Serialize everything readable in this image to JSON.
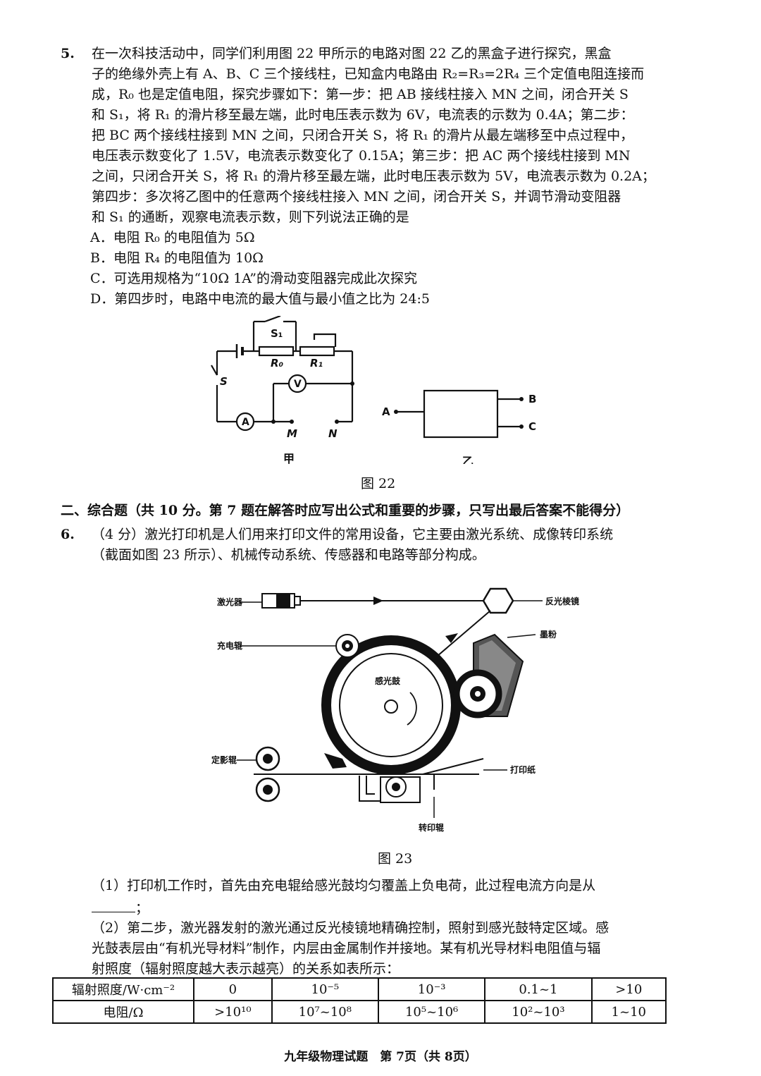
{
  "q5": {
    "number": "5.",
    "lines": [
      "在一次科技活动中，同学们利用图 22 甲所示的电路对图 22 乙的黑盒子进行探究，黑盒",
      "子的绝缘外壳上有 A、B、C 三个接线柱，已知盒内电路由 R₂=R₃=2R₄ 三个定值电阻连接而",
      "成，R₀ 也是定值电阻，探究步骤如下：第一步：把 AB 接线柱接入 MN 之间，闭合开关 S",
      "和 S₁，将 R₁ 的滑片移至最左端，此时电压表示数为 6V，电流表的示数为 0.4A；第二步：",
      "把 BC 两个接线柱接到 MN 之间，只闭合开关 S，将 R₁ 的滑片从最左端移至中点过程中，",
      "电压表示数变化了 1.5V，电流表示数变化了 0.15A；第三步：把 AC 两个接线柱接到 MN",
      "之间，只闭合开关 S，将 R₁ 的滑片移至最左端，此时电压表示数为 5V，电流表示数为 0.2A；",
      "第四步：多次将乙图中的任意两个接线柱接入 MN 之间，闭合开关 S，并调节滑动变阻器",
      "和 S₁ 的通断，观察电流表示数，则下列说法正确的是"
    ],
    "options": [
      "A．电阻 R₀ 的电阻值为 5Ω",
      "B．电阻 R₄ 的电阻值为 10Ω",
      "C．可选用规格为“10Ω 1A”的滑动变阻器完成此次探究",
      "D．第四步时，电路中电流的最大值与最小值之比为 24:5"
    ],
    "figure": {
      "labels": {
        "S1": "S₁",
        "R0": "R₀",
        "R1": "R₁",
        "S": "S",
        "V": "V",
        "A": "A",
        "M": "M",
        "N": "N",
        "box_A": "A",
        "box_B": "B",
        "box_C": "C"
      },
      "sub_jia": "甲",
      "sub_yi": "乙",
      "caption": "图 22"
    }
  },
  "section2": "二、综合题（共 10 分。第 7 题在解答时应写出公式和重要的步骤，只写出最后答案不能得分）",
  "q6": {
    "number": "6.",
    "lines": [
      "（4 分）激光打印机是人们用来打印文件的常用设备，它主要由激光系统、成像转印系统",
      "（截面如图 23 所示）、机械传动系统、传感器和电路等部分构成。"
    ],
    "figure": {
      "labels": {
        "laser": "激光器",
        "prism": "反光棱镜",
        "charge_roller": "充电辊",
        "toner": "墨粉",
        "drum": "感光鼓",
        "fuser": "定影辊",
        "paper": "打印纸",
        "transfer": "转印辊"
      },
      "caption": "图 23"
    },
    "sub1_line1": "（1）打印机工作时，首先由充电辊给感光鼓均匀覆盖上负电荷，此过程电流方向是从",
    "sub1_tail": "；",
    "sub2_lines": [
      "（2）第二步，激光器发射的激光通过反光棱镜地精确控制，照射到感光鼓特定区域。感",
      "光鼓表层由“有机光导材料”制作，内层由金属制作并接地。某有机光导材料电阻值与辐",
      "射照度（辐射照度越大表示越亮）的关系如表所示："
    ],
    "table": {
      "row1": [
        "辐射照度/W·cm⁻²",
        "0",
        "10⁻⁵",
        "10⁻³",
        "0.1~1",
        ">10"
      ],
      "row2": [
        "电阻/Ω",
        ">10¹⁰",
        "10⁷~10⁸",
        "10⁵~10⁶",
        "10²~10³",
        "1~10"
      ]
    }
  },
  "footer": "九年级物理试题　第 7页（共 8页）"
}
